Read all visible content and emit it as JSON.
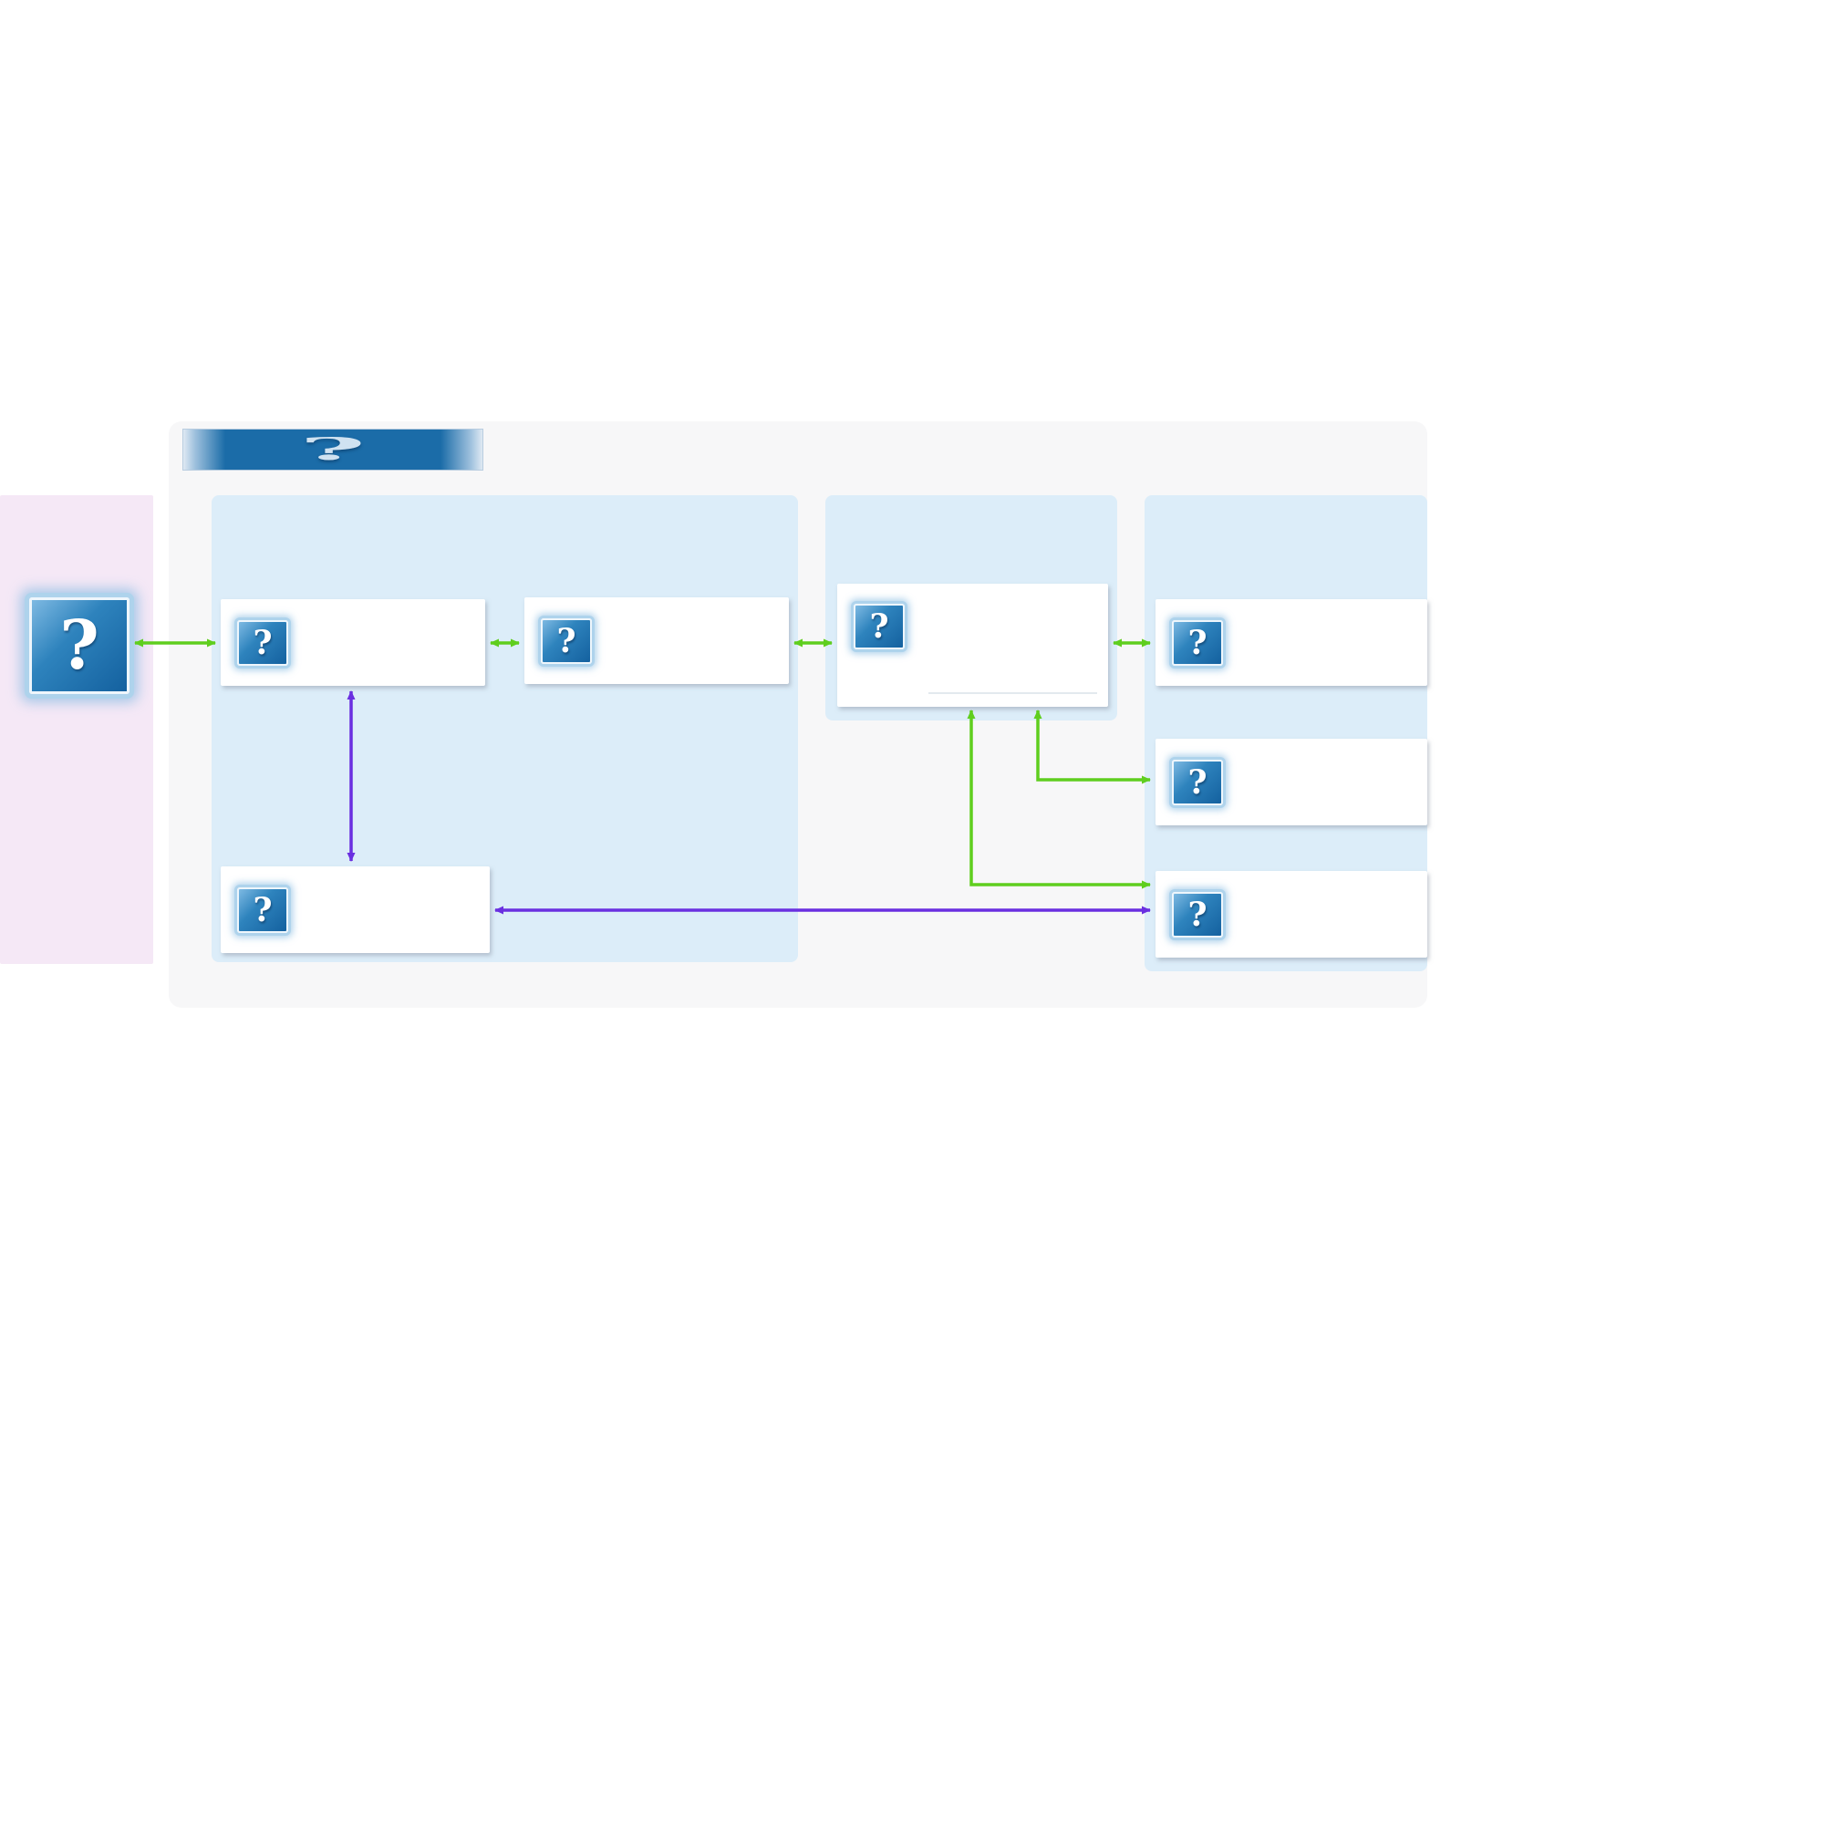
{
  "diagram": {
    "kind": "block-architecture-diagram",
    "icons": {
      "placeholder": "?"
    },
    "title_banner": {
      "icon": "broken-image-banner",
      "glyph": "?"
    },
    "colors": {
      "green_arrow": "#5fce1e",
      "purple_arrow": "#6a2fe0",
      "icon_blue": "#1a6aa8",
      "icon_halo": "#aed3ec",
      "panel_blue": "#dcedf9",
      "panel_pink": "#f5e8f6",
      "container_gray": "#f7f7f8",
      "node_white": "#ffffff"
    },
    "panels": [
      {
        "id": "left-pink-panel",
        "nodes": [
          "actor"
        ]
      },
      {
        "id": "group-panel-1",
        "nodes": [
          "node-a",
          "node-b",
          "node-c"
        ]
      },
      {
        "id": "group-panel-2",
        "nodes": [
          "node-d"
        ]
      },
      {
        "id": "group-panel-3",
        "nodes": [
          "node-e",
          "node-f",
          "node-g"
        ]
      }
    ],
    "nodes": [
      {
        "id": "actor",
        "icon": "?",
        "label": ""
      },
      {
        "id": "node-a",
        "icon": "?",
        "label": ""
      },
      {
        "id": "node-b",
        "icon": "?",
        "label": ""
      },
      {
        "id": "node-c",
        "icon": "?",
        "label": ""
      },
      {
        "id": "node-d",
        "icon": "?",
        "label": ""
      },
      {
        "id": "node-e",
        "icon": "?",
        "label": ""
      },
      {
        "id": "node-f",
        "icon": "?",
        "label": ""
      },
      {
        "id": "node-g",
        "icon": "?",
        "label": ""
      }
    ],
    "connections": [
      {
        "from": "actor",
        "to": "node-a",
        "color": "green",
        "style": "double-arrow"
      },
      {
        "from": "node-a",
        "to": "node-b",
        "color": "green",
        "style": "double-arrow"
      },
      {
        "from": "node-b",
        "to": "node-d",
        "color": "green",
        "style": "double-arrow"
      },
      {
        "from": "node-d",
        "to": "node-e",
        "color": "green",
        "style": "double-arrow"
      },
      {
        "from": "node-a",
        "to": "node-c",
        "color": "purple",
        "style": "double-arrow"
      },
      {
        "from": "node-f",
        "to": "node-d",
        "color": "green",
        "style": "elbow-double-arrow"
      },
      {
        "from": "node-g",
        "to": "node-d",
        "color": "green",
        "style": "elbow-double-arrow"
      },
      {
        "from": "node-g",
        "to": "node-c",
        "color": "purple",
        "style": "double-arrow"
      }
    ]
  }
}
